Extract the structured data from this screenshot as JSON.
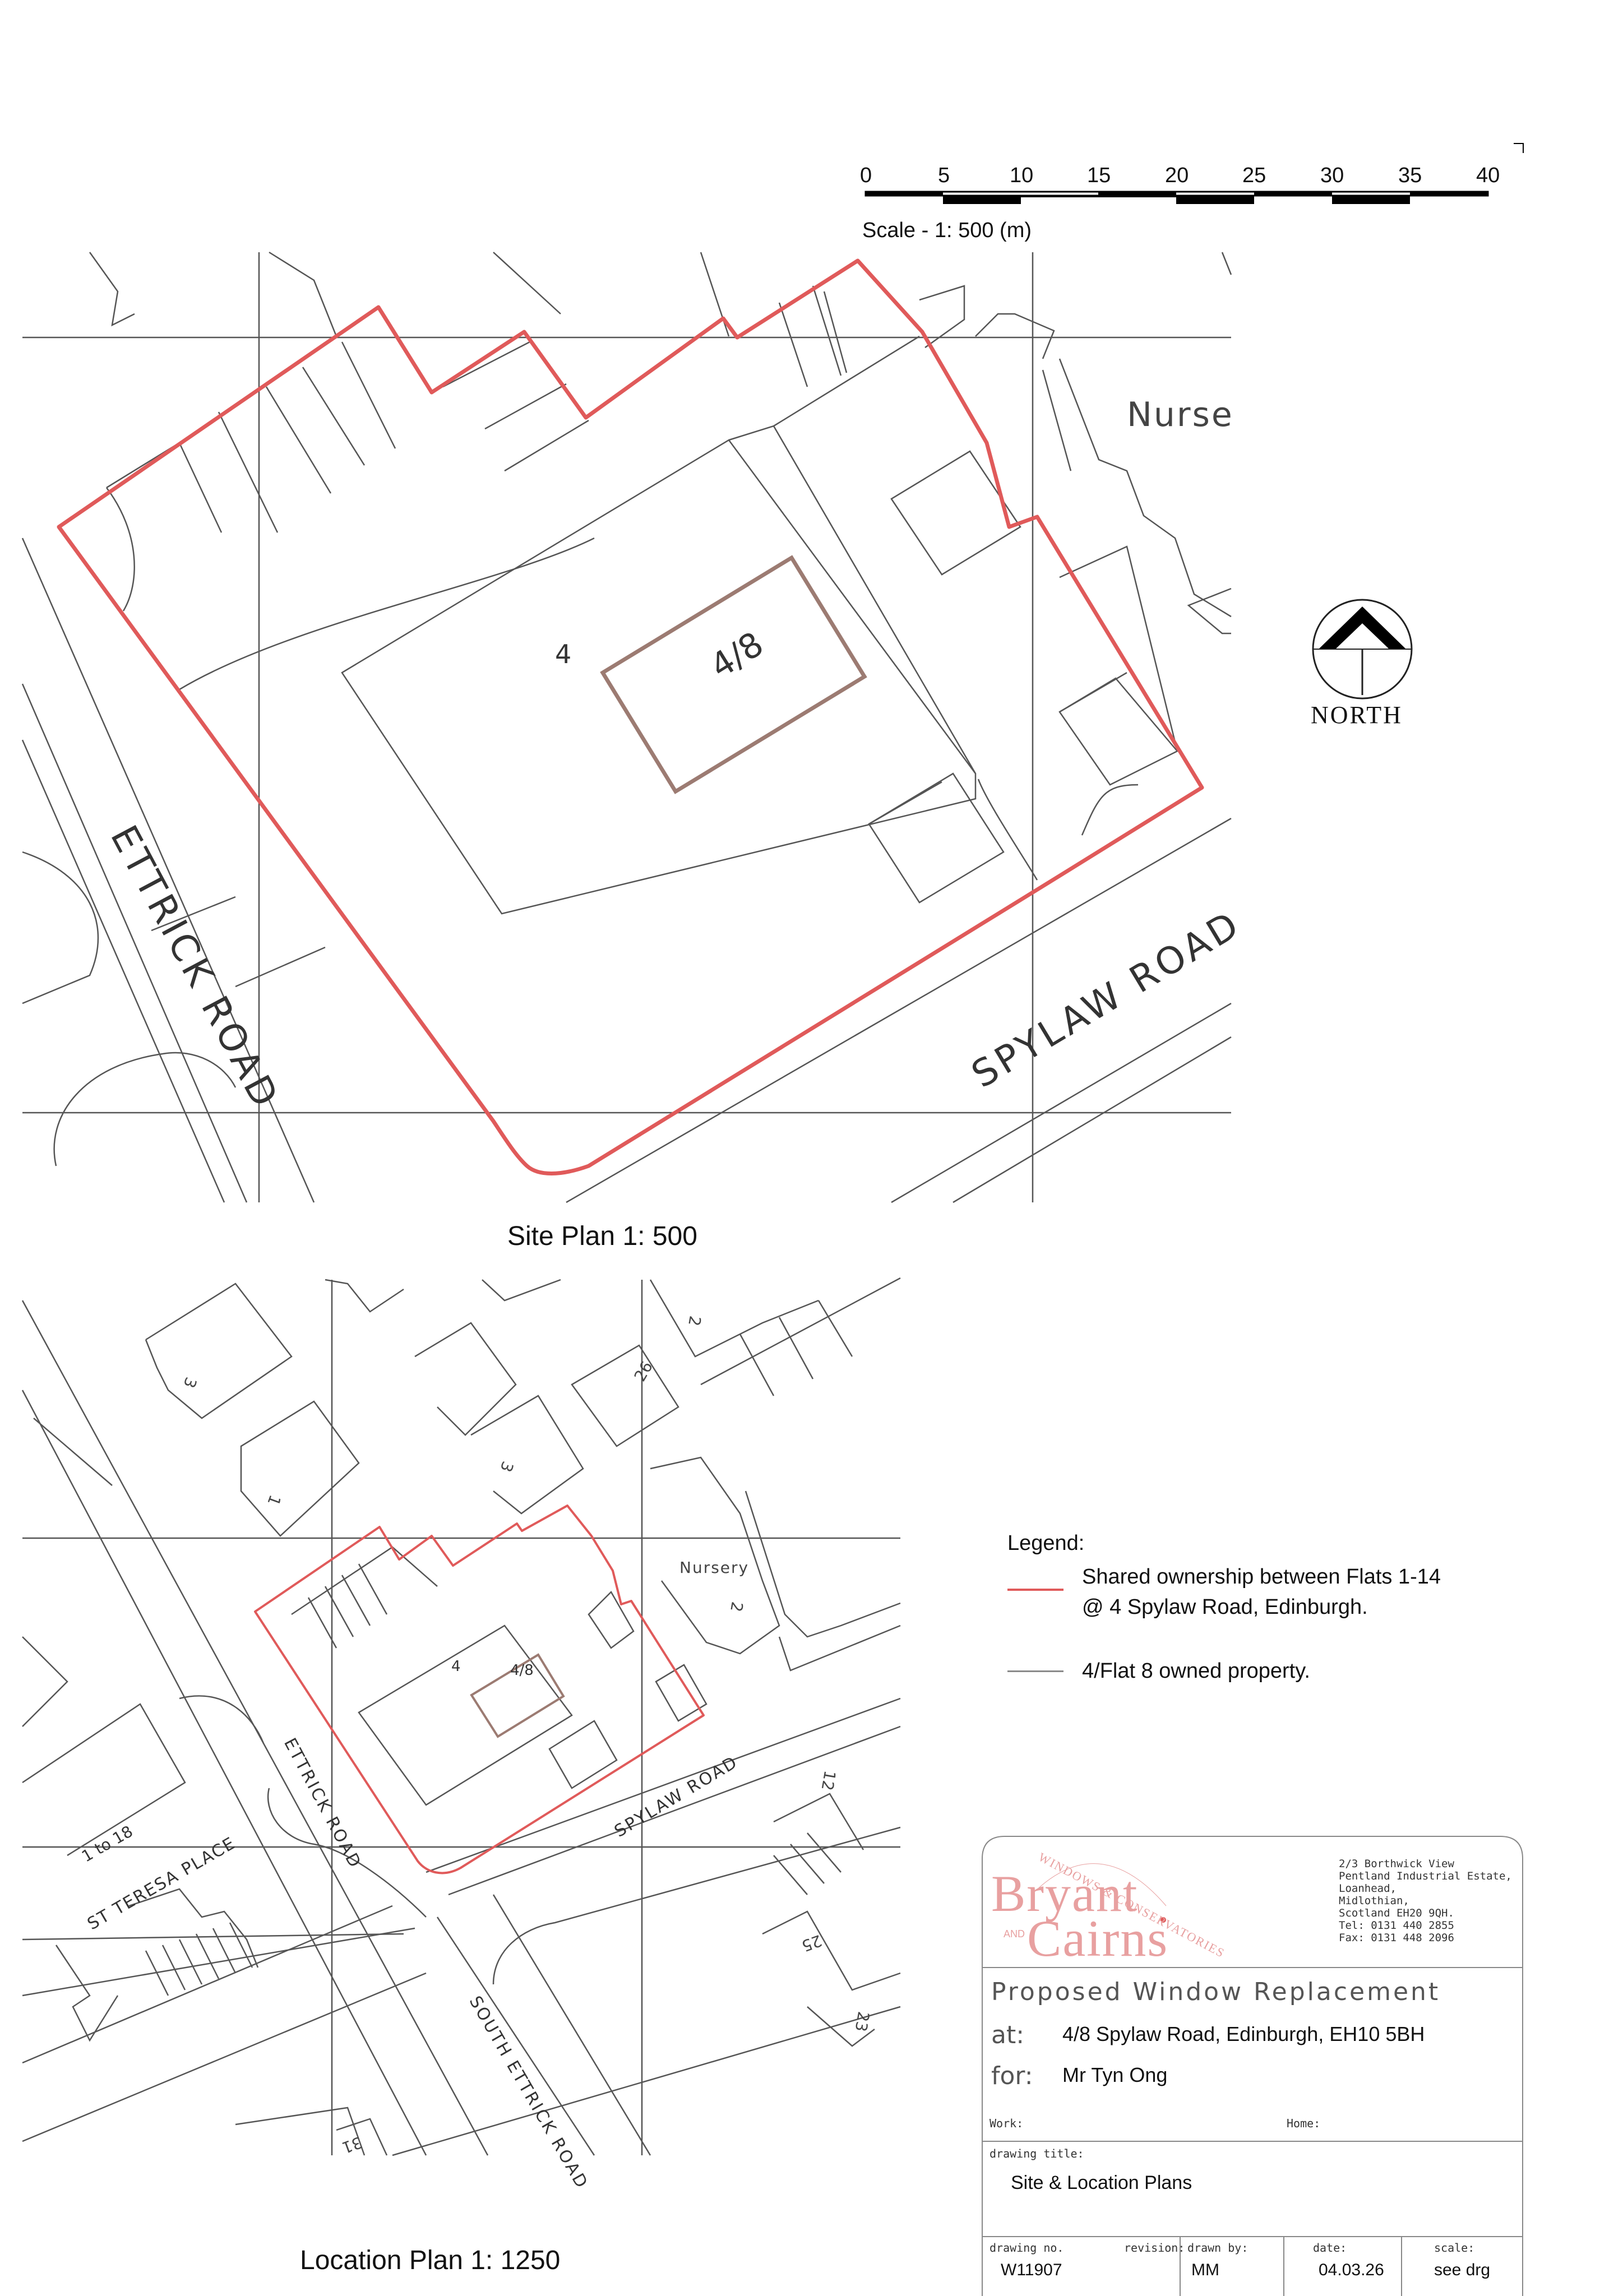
{
  "scale_bar": {
    "ticks": [
      "0",
      "5",
      "10",
      "15",
      "20",
      "25",
      "30",
      "35",
      "40"
    ],
    "label": "Scale - 1: 500 (m)"
  },
  "site_plan": {
    "caption": "Site Plan 1: 500",
    "labels": {
      "building": "4",
      "flat": "4/8",
      "ettrick": "ETTRICK ROAD",
      "spylaw": "SPYLAW ROAD",
      "nursery": "Nurse"
    }
  },
  "north": {
    "label": "NORTH"
  },
  "location_plan": {
    "caption": "Location Plan 1: 1250",
    "labels": {
      "n3": "3",
      "n1": "1",
      "n2": "2",
      "n26": "26",
      "n3b": "3",
      "nursery": "Nursery",
      "n2b": "2",
      "building": "4",
      "flat": "4/8",
      "ettrick": "ETTRICK ROAD",
      "spylaw": "SPYLAW ROAD",
      "one_to_18": "1 to 18",
      "st_teresa": "ST TERESA PLACE",
      "south_ettrick": "SOUTH ETTRICK ROAD",
      "n12": "12",
      "n25": "25",
      "n23": "23",
      "n31": "31"
    }
  },
  "legend": {
    "title": "Legend:",
    "items": [
      {
        "line1": "Shared ownership between Flats 1-14",
        "line2": "@ 4 Spylaw Road, Edinburgh.",
        "color": "#e05a5a"
      },
      {
        "line1": "4/Flat 8 owned property.",
        "line2": "",
        "color": "#8a8a8a"
      }
    ]
  },
  "title_block": {
    "logo": {
      "arc_text": "WINDOWS & CONSERVATORIES",
      "word1": "Bryant",
      "and": "AND",
      "word2": "Cairns"
    },
    "address_lines": [
      "2/3 Borthwick View",
      "Pentland Industrial Estate,",
      "Loanhead,",
      "Midlothian,",
      "Scotland EH20 9QH.",
      "Tel: 0131 440 2855",
      "Fax: 0131 448 2096"
    ],
    "project": "Proposed Window Replacement",
    "at_label": "at:",
    "at_value": "4/8 Spylaw Road, Edinburgh, EH10 5BH",
    "for_label": "for:",
    "for_value": "Mr Tyn Ong",
    "work_label": "Work:",
    "home_label": "Home:",
    "drawing_title_label": "drawing title:",
    "drawing_title": "Site & Location Plans",
    "drawing_no_label": "drawing no.",
    "drawing_no": "W11907",
    "revision_label": "revision:",
    "revision": "",
    "drawn_by_label": "drawn by:",
    "drawn_by": "MM",
    "date_label": "date:",
    "date": "04.03.26",
    "scale_label": "scale:",
    "scale": "see drg"
  },
  "colors": {
    "ownership_red": "#e05a5a",
    "flat_brown": "#9c7b72",
    "line_grey": "#555555",
    "logo_pink": "#e8a0a0"
  }
}
